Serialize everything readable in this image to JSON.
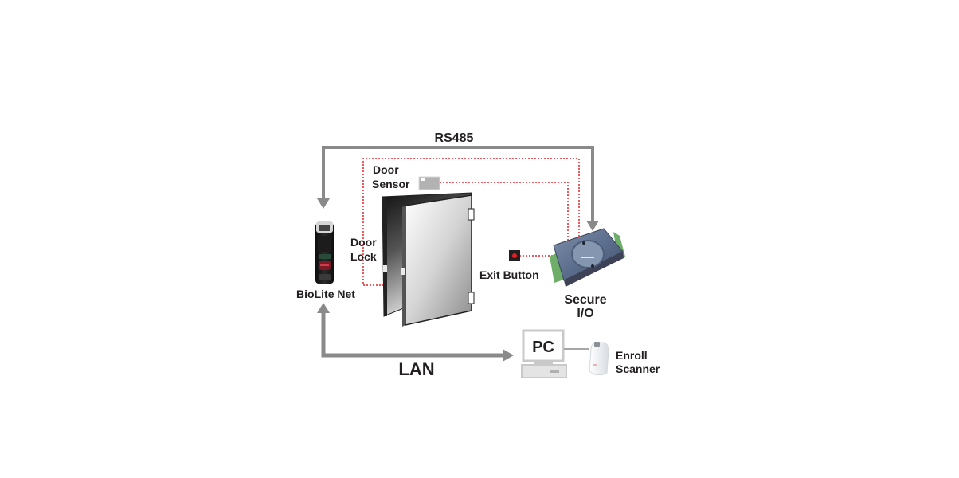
{
  "diagram": {
    "title": "RS485",
    "nodes": {
      "biolite": {
        "label": "BioLite Net"
      },
      "door_sensor": {
        "label_line1": "Door",
        "label_line2": "Sensor"
      },
      "door_lock": {
        "label_line1": "Door",
        "label_line2": "Lock"
      },
      "exit_button": {
        "label": "Exit Button"
      },
      "secure_io": {
        "label_line1": "Secure",
        "label_line2": "I/O"
      },
      "pc": {
        "label": "PC"
      },
      "enroll_scanner": {
        "label_line1": "Enroll",
        "label_line2": "Scanner"
      }
    },
    "connections": {
      "rs485": {
        "label": "RS485",
        "from": "Secure I/O",
        "to": "BioLite Net"
      },
      "lan": {
        "label": "LAN",
        "from": "BioLite Net",
        "to": "PC"
      },
      "usb": {
        "from": "PC",
        "to": "Enroll Scanner"
      }
    },
    "colors": {
      "bus_line": "#8a8a8a",
      "signal_wire": "#e8202a",
      "text": "#231f20",
      "pc_gray": "#c9c9c9",
      "exit_button_red": "#e41e26"
    }
  }
}
